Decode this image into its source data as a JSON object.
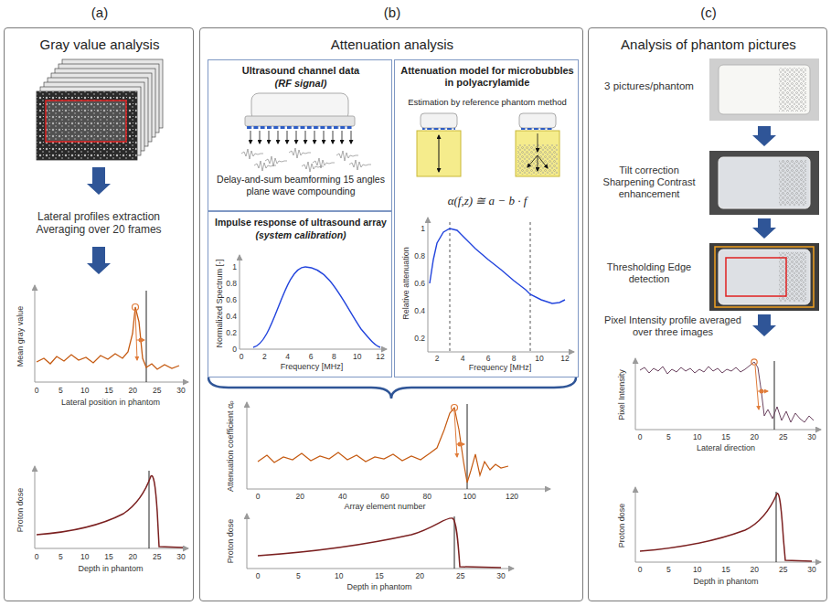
{
  "diagram": {
    "nodes": [
      {
        "text": [
          "(a)",
          "Gray value analysis"
        ]
      },
      {
        "text": [
          "(b)",
          "Attenuation analysis"
        ]
      },
      {
        "text": [
          "Ultrasound channel data",
          "(RF signal)",
          "Delay-and-sum beamforming 15 angles plane wave compounding"
        ],
        "in": 1
      },
      {
        "text": [
          "Attenuation model for microbubbles in polyacrylamide",
          "Estimation by reference phantom method",
          "α(f,z) ≅ a − b · f"
        ],
        "in": 1
      },
      {
        "text": [
          "Impulse response of ultrasound array",
          "(system calibration)"
        ],
        "in": 1
      },
      {
        "text": [
          "(c)",
          "Analysis of phantom pictures"
        ]
      }
    ],
    "labels": [
      "Lateral profiles extraction Averaging over 20 frames",
      "Mean gray value",
      "0",
      "5",
      "10",
      "15",
      "20",
      "25",
      "30",
      "Lateral position in phantom",
      "Proton dose",
      "0",
      "5",
      "10",
      "15",
      "20",
      "25",
      "30",
      "Depth in phantom",
      "Normalized Spectrum [-]",
      "0",
      "0.2",
      "0.4",
      "0.6",
      "0.8",
      "1",
      "0",
      "2",
      "4",
      "6",
      "8",
      "10",
      "12",
      "Frequency [MHz]",
      "Relative attenuation",
      "0.2",
      "0.4",
      "0.6",
      "0.8",
      "1",
      "2",
      "4",
      "6",
      "8",
      "10",
      "12",
      "Frequency [MHz]",
      "Attenuation coefficient αₚ",
      "0",
      "20",
      "40",
      "60",
      "80",
      "100",
      "120",
      "Array element number",
      "Proton dose",
      "0",
      "5",
      "10",
      "15",
      "20",
      "25",
      "30",
      "Depth in phantom",
      "3 pictures/phantom",
      "Tilt correction Sharpening Contrast enhancement",
      "Thresholding Edge detection",
      "Pixel Intensity profile averaged over three images",
      "Pixel Intensity",
      "0",
      "5",
      "10",
      "15",
      "20",
      "25",
      "30",
      "Lateral direction",
      "Proton dose",
      "0",
      "5",
      "10",
      "15",
      "20",
      "25",
      "30",
      "Depth in phantom"
    ]
  }
}
